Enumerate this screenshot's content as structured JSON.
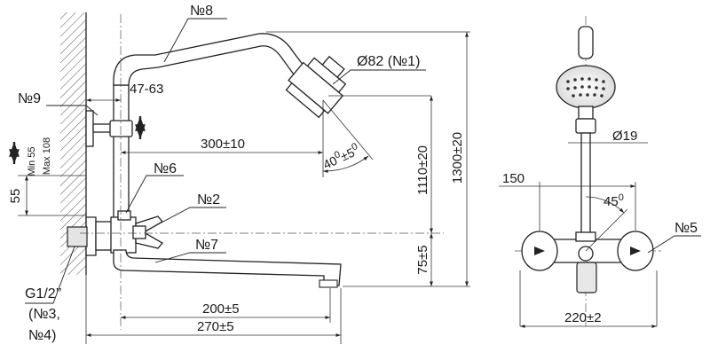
{
  "labels": {
    "n8": "№8",
    "n9": "№9",
    "n6": "№6",
    "n2": "№2",
    "n7": "№7",
    "n5": "№5",
    "n1": "Ø82 (№1)",
    "g12": "G1/2’’",
    "n3": "(№3,",
    "n4": "№4)"
  },
  "dimensions": {
    "d4763": "47-63",
    "d300": "300±10",
    "d40": "40",
    "d40_sup": "0",
    "d40_pm": "±5",
    "d40_pm_sup": "0",
    "d1110": "1110±20",
    "d1300": "1300±20",
    "dmin": "Min 55",
    "dmax": "Max 108",
    "d55": "55",
    "d75": "75±5",
    "d200": "200±5",
    "d270": "270±5",
    "d150": "150",
    "d45": "45",
    "d45_sup": "0",
    "d19": "Ø19",
    "d220": "220±2"
  }
}
